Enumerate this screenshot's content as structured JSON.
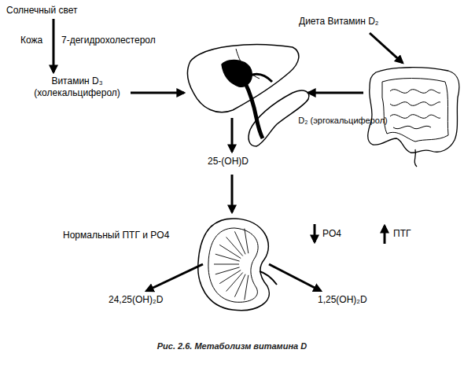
{
  "diagram": {
    "caption": "Рис. 2.6. Метаболизм витамина D",
    "nodes": [
      {
        "text": [
          "Солнечный свет"
        ]
      },
      {
        "text": [
          "Витамин D₃ (холекальциферол)"
        ]
      },
      {
        "text": [
          "Диета Витамин D₂"
        ]
      },
      {
        "text": [
          "25-(OH)D"
        ]
      },
      {
        "text": [
          "24,25(OH)₂D"
        ]
      },
      {
        "text": [
          "1,25(OH)₂D"
        ]
      }
    ],
    "edges": [
      {
        "from": 0,
        "to": 1,
        "arrow": "to"
      }
    ],
    "labels": [
      "Кожа",
      "7-дегидрохолестерол",
      "D₂ (эргокальциферол)",
      "Нормальный ПТГ и PO4",
      "PO4",
      "ПТГ"
    ]
  }
}
